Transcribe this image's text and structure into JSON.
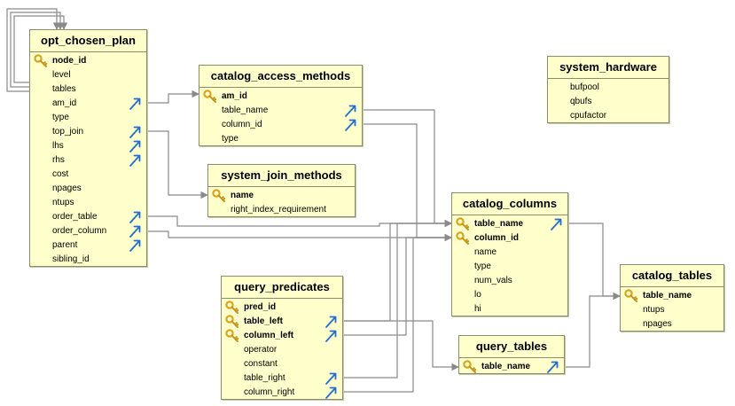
{
  "entities": {
    "opt_chosen_plan": {
      "title": "opt_chosen_plan",
      "attrs": [
        {
          "name": "node_id",
          "pk": true,
          "fk": false
        },
        {
          "name": "level",
          "pk": false,
          "fk": false
        },
        {
          "name": "tables",
          "pk": false,
          "fk": false
        },
        {
          "name": "am_id",
          "pk": false,
          "fk": true
        },
        {
          "name": "type",
          "pk": false,
          "fk": false
        },
        {
          "name": "top_join",
          "pk": false,
          "fk": true
        },
        {
          "name": "lhs",
          "pk": false,
          "fk": true
        },
        {
          "name": "rhs",
          "pk": false,
          "fk": true
        },
        {
          "name": "cost",
          "pk": false,
          "fk": false
        },
        {
          "name": "npages",
          "pk": false,
          "fk": false
        },
        {
          "name": "ntups",
          "pk": false,
          "fk": false
        },
        {
          "name": "order_table",
          "pk": false,
          "fk": true
        },
        {
          "name": "order_column",
          "pk": false,
          "fk": true
        },
        {
          "name": "parent",
          "pk": false,
          "fk": true
        },
        {
          "name": "sibling_id",
          "pk": false,
          "fk": false
        }
      ]
    },
    "catalog_access_methods": {
      "title": "catalog_access_methods",
      "attrs": [
        {
          "name": "am_id",
          "pk": true,
          "fk": false
        },
        {
          "name": "table_name",
          "pk": false,
          "fk": true
        },
        {
          "name": "column_id",
          "pk": false,
          "fk": true
        },
        {
          "name": "type",
          "pk": false,
          "fk": false
        }
      ]
    },
    "system_join_methods": {
      "title": "system_join_methods",
      "attrs": [
        {
          "name": "name",
          "pk": true,
          "fk": false
        },
        {
          "name": "right_index_requirement",
          "pk": false,
          "fk": false
        }
      ]
    },
    "system_hardware": {
      "title": "system_hardware",
      "attrs": [
        {
          "name": "bufpool",
          "pk": false,
          "fk": false
        },
        {
          "name": "qbufs",
          "pk": false,
          "fk": false
        },
        {
          "name": "cpufactor",
          "pk": false,
          "fk": false
        }
      ]
    },
    "catalog_columns": {
      "title": "catalog_columns",
      "attrs": [
        {
          "name": "table_name",
          "pk": true,
          "fk": true
        },
        {
          "name": "column_id",
          "pk": true,
          "fk": false
        },
        {
          "name": "name",
          "pk": false,
          "fk": false
        },
        {
          "name": "type",
          "pk": false,
          "fk": false
        },
        {
          "name": "num_vals",
          "pk": false,
          "fk": false
        },
        {
          "name": "lo",
          "pk": false,
          "fk": false
        },
        {
          "name": "hi",
          "pk": false,
          "fk": false
        }
      ]
    },
    "catalog_tables": {
      "title": "catalog_tables",
      "attrs": [
        {
          "name": "table_name",
          "pk": true,
          "fk": false
        },
        {
          "name": "ntups",
          "pk": false,
          "fk": false
        },
        {
          "name": "npages",
          "pk": false,
          "fk": false
        }
      ]
    },
    "query_predicates": {
      "title": "query_predicates",
      "attrs": [
        {
          "name": "pred_id",
          "pk": true,
          "fk": false
        },
        {
          "name": "table_left",
          "pk": true,
          "fk": true
        },
        {
          "name": "column_left",
          "pk": true,
          "fk": true
        },
        {
          "name": "operator",
          "pk": false,
          "fk": false
        },
        {
          "name": "constant",
          "pk": false,
          "fk": false
        },
        {
          "name": "table_right",
          "pk": false,
          "fk": true
        },
        {
          "name": "column_right",
          "pk": false,
          "fk": true
        }
      ]
    },
    "query_tables": {
      "title": "query_tables",
      "attrs": [
        {
          "name": "table_name",
          "pk": true,
          "fk": true
        }
      ]
    }
  },
  "colors": {
    "entity_fill": "#ffffcc",
    "entity_border": "#8c8c6a",
    "connector": "#8a8a8a",
    "key_icon": "#d9a520",
    "fk_icon": "#1e6fd0"
  },
  "icons": {
    "primary_key": "key-icon",
    "foreign_key": "arrow-up-right-icon"
  }
}
